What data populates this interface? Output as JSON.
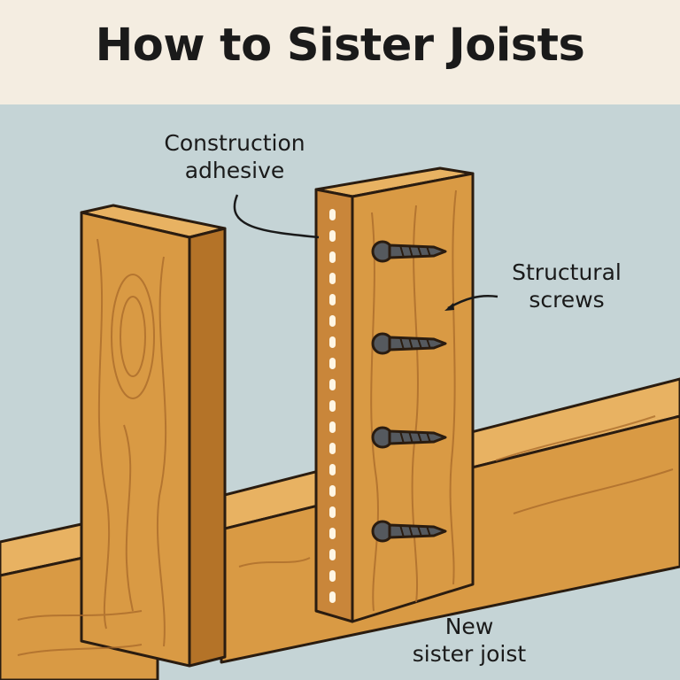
{
  "title": "How to Sister Joists",
  "labels": {
    "adhesive": {
      "line1": "Construction",
      "line2": "adhesive"
    },
    "screws": {
      "line1": "Structural",
      "line2": "screws"
    },
    "sister": {
      "line1": "New",
      "line2": "sister joist"
    }
  },
  "colors": {
    "background": "#c5d4d6",
    "header": "#f4ede1",
    "wood_face": "#d99a44",
    "wood_light": "#e8b262",
    "wood_dark": "#b47328",
    "outline": "#2a1c10",
    "screw": "#55595e"
  }
}
